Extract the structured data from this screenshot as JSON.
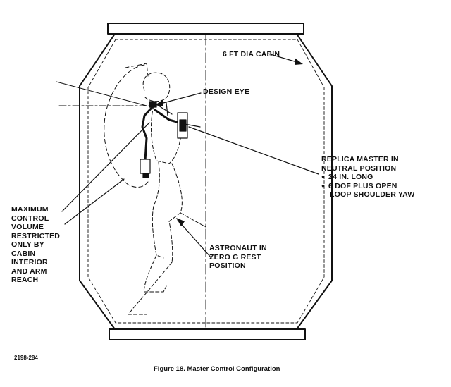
{
  "labels": {
    "cabin": "6 FT DIA CABIN",
    "design_eye": "DESIGN EYE",
    "replica": {
      "line1": "REPLICA MASTER IN",
      "line2": "NEUTRAL POSITION",
      "bullet1": "24 IN. LONG",
      "bullet2": "6 DOF PLUS OPEN",
      "bullet2_cont": "LOOP SHOULDER YAW"
    },
    "control_volume": [
      "MAXIMUM",
      "CONTROL",
      "VOLUME",
      "RESTRICTED",
      "ONLY BY",
      "CABIN",
      "INTERIOR",
      "AND ARM",
      "REACH"
    ],
    "astronaut": [
      "ASTRONAUT IN",
      "ZERO G REST",
      "POSITION"
    ]
  },
  "figure_number": "2198-284",
  "caption": "Figure 18. Master Control Configuration",
  "colors": {
    "ink": "#111111",
    "paper": "#ffffff"
  }
}
